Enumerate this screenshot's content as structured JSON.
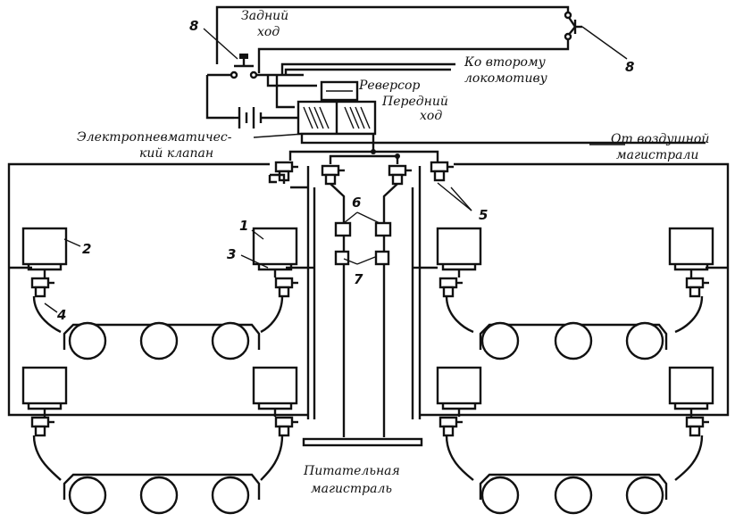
{
  "labels": {
    "reverse_move": [
      "Задний",
      "ход"
    ],
    "to_second_loco": [
      "Ко второму",
      "локомотиву"
    ],
    "reverser": "Реверсор",
    "forward_move": [
      "Передний",
      "ход"
    ],
    "ep_valve": [
      "Электропневматичес-",
      "кий  клапан"
    ],
    "from_air_main": [
      "От воздушной",
      "магистрали"
    ],
    "supply_main": [
      "Питательная",
      "магистраль"
    ]
  },
  "callouts": {
    "n8_left": "8",
    "n8_right": "8",
    "n1": "1",
    "n2": "2",
    "n3": "3",
    "n4": "4",
    "n5": "5",
    "n6": "6",
    "n7": "7"
  }
}
